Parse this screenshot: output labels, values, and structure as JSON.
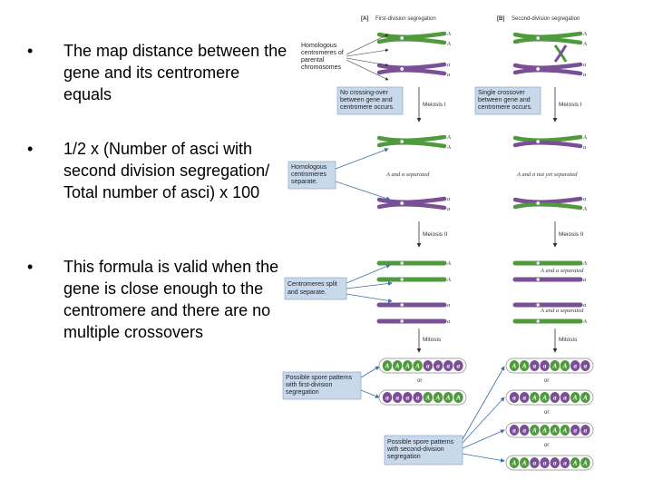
{
  "bullets": [
    {
      "symbol": "•",
      "text": "The map distance between the gene and its centromere equals"
    },
    {
      "symbol": "•",
      "text": "1/2 x (Number of asci with second division segregation/ Total number of asci) x 100"
    },
    {
      "symbol": "•",
      "text": "This formula is valid when the gene is close enough to the centromere and there are no multiple crossovers"
    }
  ],
  "figure": {
    "panel_a": {
      "letter": "[A]",
      "title": "First-division segregation"
    },
    "panel_b": {
      "letter": "[B]",
      "title": "Second-division segregation"
    },
    "notes": {
      "homologous_parental": "Homologous centromeres of parental chromosomes",
      "no_crossing": "No crossing-over between gene and centromere occurs.",
      "single_crossover": "Single crossover between gene and centromere occurs.",
      "homologous_separate": "Homologous centromeres separate.",
      "centromeres_split": "Centromeres split and separate.",
      "patterns_first": "Possible spore patterns with first-division segregation",
      "patterns_second": "Possible spore patterns with second-division segregation"
    },
    "steps": {
      "meiosis1": "Meiosis I",
      "meiosis2": "Meiosis II",
      "mitosis": "Mitosis"
    },
    "captions": {
      "a_separated": "A and a separated",
      "a_not_separated": "A and a not yet separated",
      "a_separated_b1": "A and a separated",
      "a_separated_b2": "A and a separated"
    },
    "allele_A": "A",
    "allele_a": "a",
    "or_label": "or",
    "spores_a": [
      [
        "A",
        "A",
        "A",
        "A",
        "a",
        "a",
        "a",
        "a"
      ],
      [
        "a",
        "a",
        "a",
        "a",
        "A",
        "A",
        "A",
        "A"
      ]
    ],
    "spores_b": [
      [
        "A",
        "A",
        "a",
        "a",
        "A",
        "A",
        "a",
        "a"
      ],
      [
        "a",
        "a",
        "A",
        "A",
        "a",
        "a",
        "A",
        "A"
      ],
      [
        "a",
        "a",
        "A",
        "A",
        "A",
        "A",
        "a",
        "a"
      ],
      [
        "A",
        "A",
        "a",
        "a",
        "a",
        "a",
        "A",
        "A"
      ]
    ],
    "colors": {
      "green": "#4f9a3c",
      "purple": "#7b4f96",
      "box": "#c9d9ec",
      "box_border": "#7e9cc0",
      "arrow": "#3f6fa6"
    }
  }
}
